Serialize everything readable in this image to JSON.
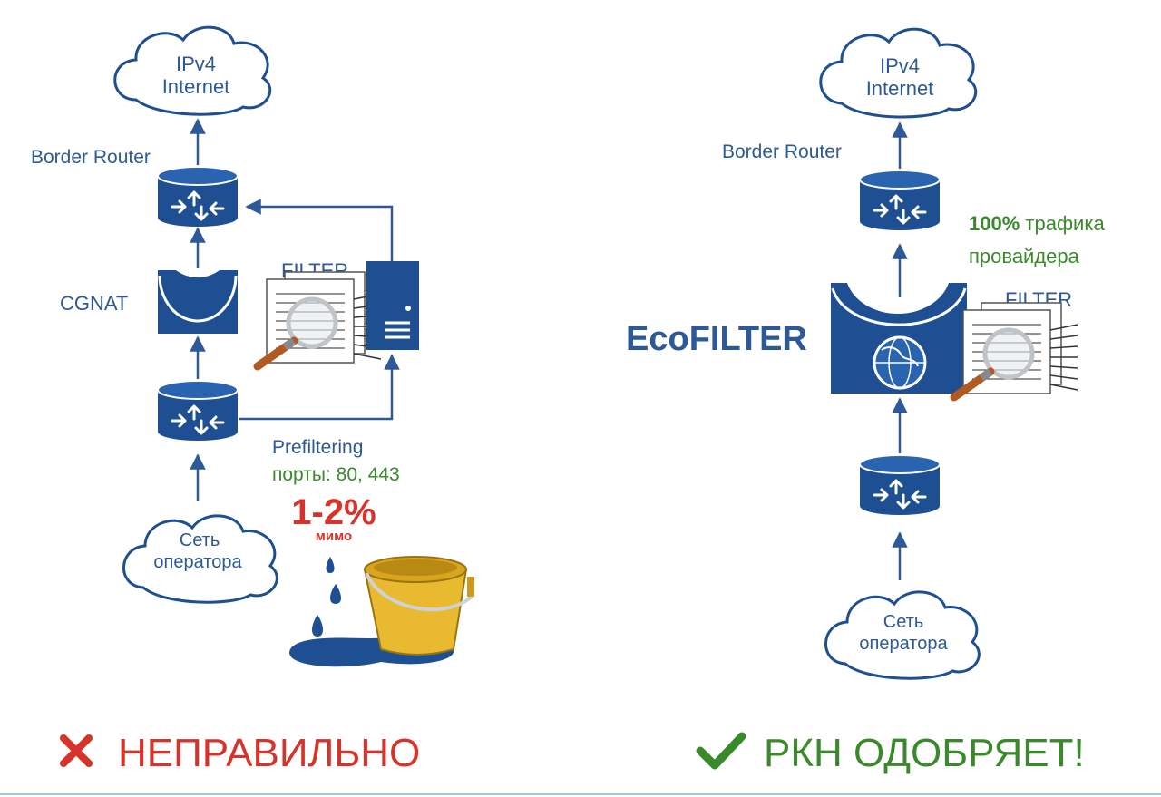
{
  "colors": {
    "primary_blue": "#1f4f93",
    "label_blue": "#2d5a96",
    "ok_green": "#3a8a2c",
    "bad_red": "#d6342b",
    "bucket_yellow": "#e9b92f"
  },
  "left": {
    "cloud_top": {
      "line1": "IPv4",
      "line2": "Internet"
    },
    "border_router": "Border Router",
    "cgnat": "CGNAT",
    "filter": "FILTER",
    "prefiltering": "Prefiltering",
    "ports": "порты: 80, 443",
    "leak_percent": "1-2%",
    "leak_word": "мимо",
    "cloud_bottom": {
      "line1": "Сеть",
      "line2": "оператора"
    },
    "verdict": "НЕПРАВИЛЬНО",
    "verdict_icon": "cross-icon"
  },
  "right": {
    "cloud_top": {
      "line1": "IPv4",
      "line2": "Internet"
    },
    "border_router": "Border Router",
    "traffic_bold": "100%",
    "traffic_rest": " трафика",
    "traffic_line2": "провайдера",
    "filter": "FILTER",
    "ecofilter": "EcoFILTER",
    "cloud_bottom": {
      "line1": "Сеть",
      "line2": "оператора"
    },
    "verdict": "РКН ОДОБРЯЕТ!",
    "verdict_icon": "check-icon"
  }
}
